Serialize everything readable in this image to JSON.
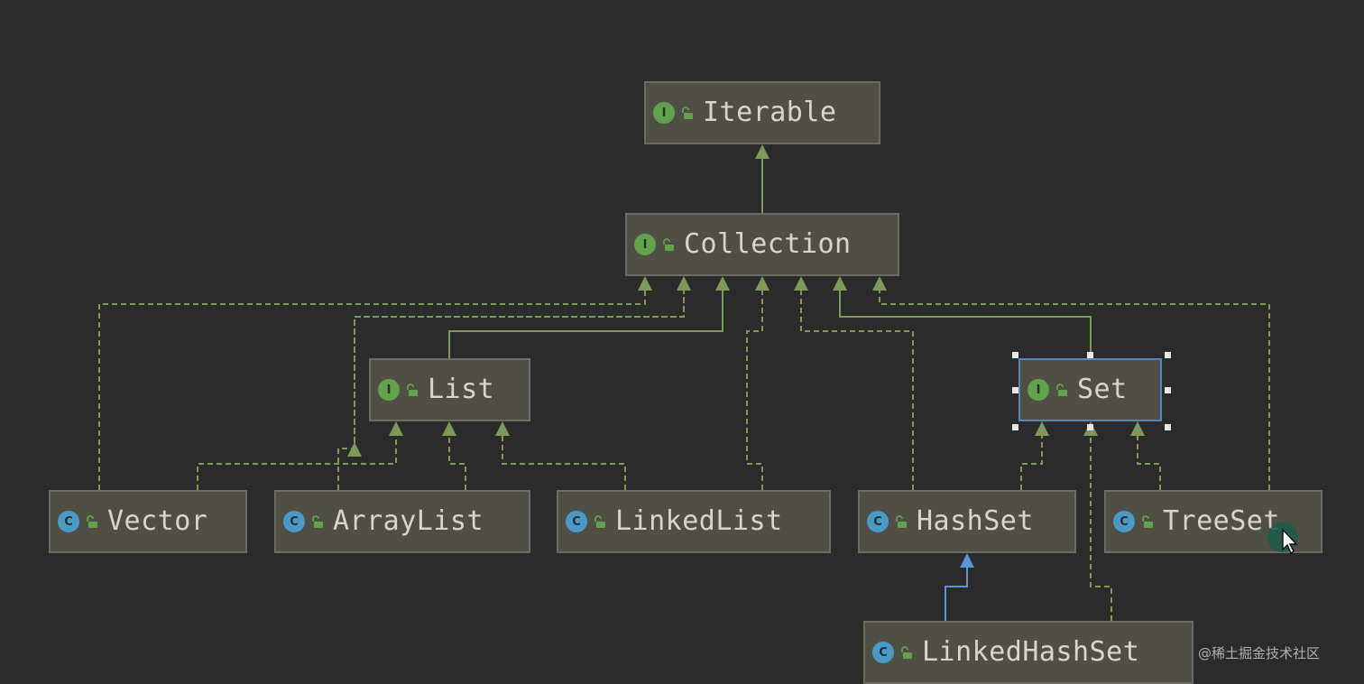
{
  "diagram": {
    "nodes": [
      {
        "id": "iterable",
        "label": "Iterable",
        "kind": "interface",
        "badge": "I",
        "selected": false
      },
      {
        "id": "collection",
        "label": "Collection",
        "kind": "interface",
        "badge": "I",
        "selected": false
      },
      {
        "id": "list",
        "label": "List",
        "kind": "interface",
        "badge": "I",
        "selected": false
      },
      {
        "id": "set",
        "label": "Set",
        "kind": "interface",
        "badge": "I",
        "selected": true
      },
      {
        "id": "vector",
        "label": "Vector",
        "kind": "class",
        "badge": "C",
        "selected": false
      },
      {
        "id": "arraylist",
        "label": "ArrayList",
        "kind": "class",
        "badge": "C",
        "selected": false
      },
      {
        "id": "linkedlist",
        "label": "LinkedList",
        "kind": "class",
        "badge": "C",
        "selected": false
      },
      {
        "id": "hashset",
        "label": "HashSet",
        "kind": "class",
        "badge": "C",
        "selected": false
      },
      {
        "id": "treeset",
        "label": "TreeSet",
        "kind": "class",
        "badge": "C",
        "selected": false
      },
      {
        "id": "linkedhashset",
        "label": "LinkedHashSet",
        "kind": "class",
        "badge": "C",
        "selected": false
      }
    ],
    "edges": [
      {
        "from": "collection",
        "to": "iterable",
        "type": "extends"
      },
      {
        "from": "list",
        "to": "collection",
        "type": "extends"
      },
      {
        "from": "set",
        "to": "collection",
        "type": "extends"
      },
      {
        "from": "vector",
        "to": "collection",
        "type": "implements"
      },
      {
        "from": "arraylist",
        "to": "collection",
        "type": "implements"
      },
      {
        "from": "linkedlist",
        "to": "collection",
        "type": "implements"
      },
      {
        "from": "hashset",
        "to": "collection",
        "type": "implements"
      },
      {
        "from": "treeset",
        "to": "collection",
        "type": "implements"
      },
      {
        "from": "vector",
        "to": "list",
        "type": "implements"
      },
      {
        "from": "arraylist",
        "to": "list",
        "type": "implements"
      },
      {
        "from": "linkedlist",
        "to": "list",
        "type": "implements"
      },
      {
        "from": "hashset",
        "to": "set",
        "type": "implements"
      },
      {
        "from": "linkedhashset",
        "to": "set",
        "type": "implements"
      },
      {
        "from": "treeset",
        "to": "set",
        "type": "implements"
      },
      {
        "from": "linkedhashset",
        "to": "hashset",
        "type": "class-extends"
      }
    ],
    "colors": {
      "background": "#2b2b2b",
      "node_fill": "#4f4f45",
      "node_border": "#6c6c62",
      "selected_border": "#5886b8",
      "edge": "#7d9a5b",
      "class_extends_edge": "#5f93d8",
      "interface_badge": "#62a24c",
      "class_badge": "#4a9ac7",
      "text": "#d6d6cc"
    }
  },
  "watermark": "@稀土掘金技术社区",
  "icons": {
    "visibility": "unlock-icon",
    "cursor": "mouse-pointer-icon"
  }
}
